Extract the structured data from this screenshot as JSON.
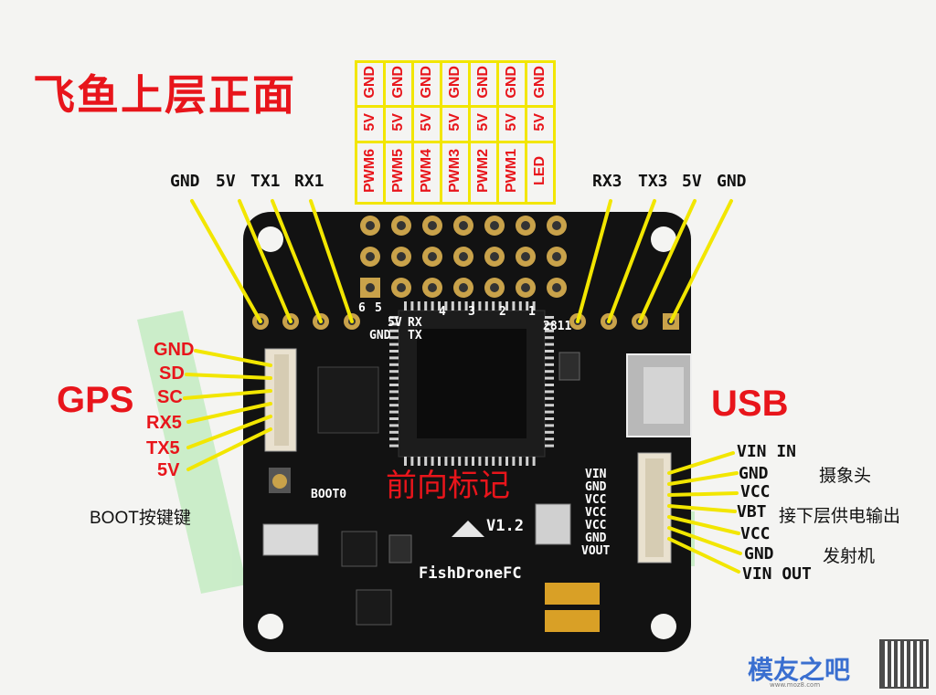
{
  "title": "飞鱼上层正面",
  "header_pins": {
    "gnd_row": [
      "GND",
      "GND",
      "GND",
      "GND",
      "GND",
      "GND",
      "GND"
    ],
    "v5_row": [
      "5V",
      "5V",
      "5V",
      "5V",
      "5V",
      "5V",
      "5V"
    ],
    "signal_row": [
      "PWM6",
      "PWM5",
      "PWM4",
      "PWM3",
      "PWM2",
      "PWM1",
      "LED"
    ]
  },
  "top_left_pins": [
    "GND",
    "5V",
    "TX1",
    "RX1"
  ],
  "top_right_pins": [
    "RX3",
    "TX3",
    "5V",
    "GND"
  ],
  "gps": {
    "label": "GPS",
    "pins": [
      "GND",
      "SD",
      "SC",
      "RX5",
      "TX5",
      "5V"
    ]
  },
  "boot_label": "BOOT按键键",
  "usb_label": "USB",
  "right_connector": {
    "pins": [
      "VIN IN",
      "GND",
      "VCC",
      "VBT",
      "VCC",
      "GND",
      "VIN OUT"
    ],
    "camera_label": "摄象头",
    "lower_layer_label": "接下层供电输出",
    "transmitter_label": "发射机"
  },
  "board": {
    "forward_mark": "前向标记",
    "version": "V1.2",
    "brand": "FishDroneFC",
    "silk_left": [
      "6",
      "5",
      "RX",
      "TX",
      "5V",
      "GND"
    ],
    "silk_header": [
      "4",
      "3",
      "2",
      "1",
      "2811"
    ],
    "silk_right": [
      "VIN",
      "GND",
      "VCC",
      "VCC",
      "VCC",
      "GND",
      "VOUT"
    ],
    "silk_boot": "BOOT0"
  },
  "logo": {
    "text": "模友之吧",
    "url": "www.moz8.com"
  },
  "colors": {
    "accent_red": "#e8151b",
    "leader_yellow": "#f2e600",
    "board": "#111111",
    "pad_gold": "#c9a24a"
  }
}
